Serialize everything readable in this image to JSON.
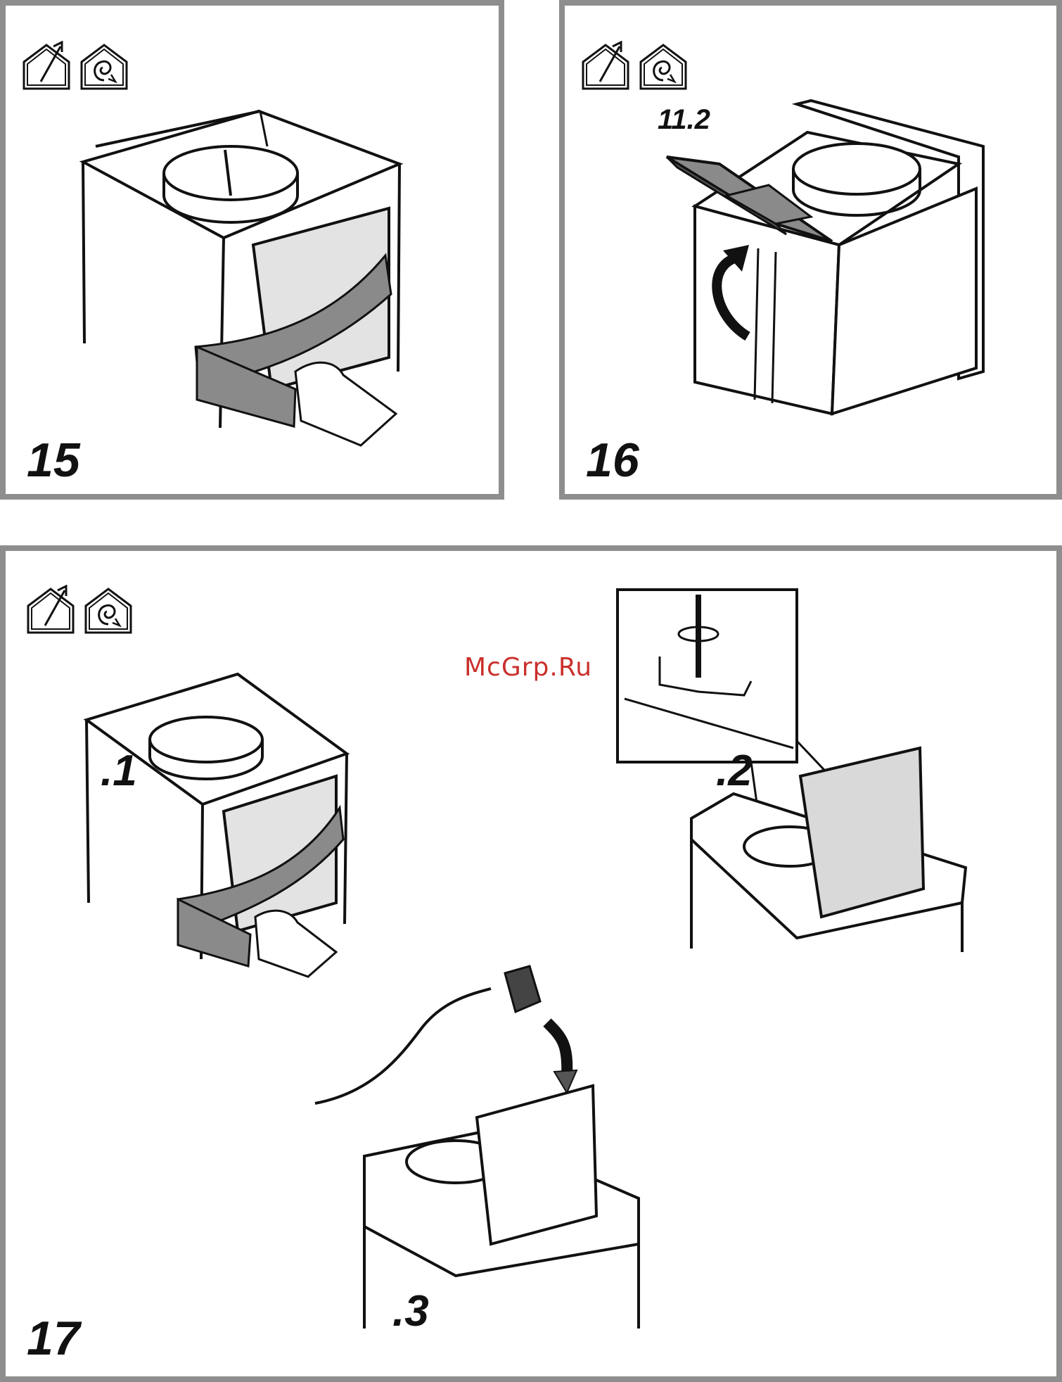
{
  "panels": {
    "p15": {
      "step_number": "15"
    },
    "p16": {
      "step_number": "16",
      "reference_label": "11.2"
    },
    "p17": {
      "step_number": "17",
      "substeps": {
        "s1": ".1",
        "s2": ".2",
        "s3": ".3"
      }
    }
  },
  "watermark": "McGrp.Ru",
  "icons": [
    "house-ducted-out-icon",
    "house-recirculation-icon"
  ],
  "colors": {
    "frame": "#8e8e8e",
    "ink": "#111111",
    "watermark": "#c9302c",
    "fill_gray": "#8a8a8a",
    "fill_light": "#d9d9d9"
  }
}
